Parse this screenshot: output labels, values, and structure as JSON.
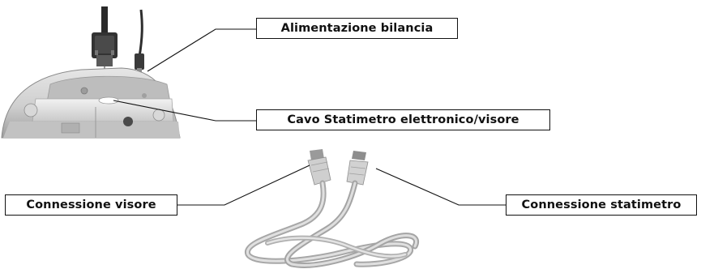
{
  "labels": {
    "power": "Alimentazione bilancia",
    "cable": "Cavo Statimetro elettronico/visore",
    "viewer_connection": "Connessione visore",
    "statimeter_connection": "Connessione statimetro"
  },
  "colors": {
    "line": "#111111",
    "box_border": "#111111",
    "device_body": "#d4d4d4",
    "device_shadow": "#9a9a9a",
    "cable": "#c8c8c8",
    "connector_dark": "#3a3a3a"
  }
}
